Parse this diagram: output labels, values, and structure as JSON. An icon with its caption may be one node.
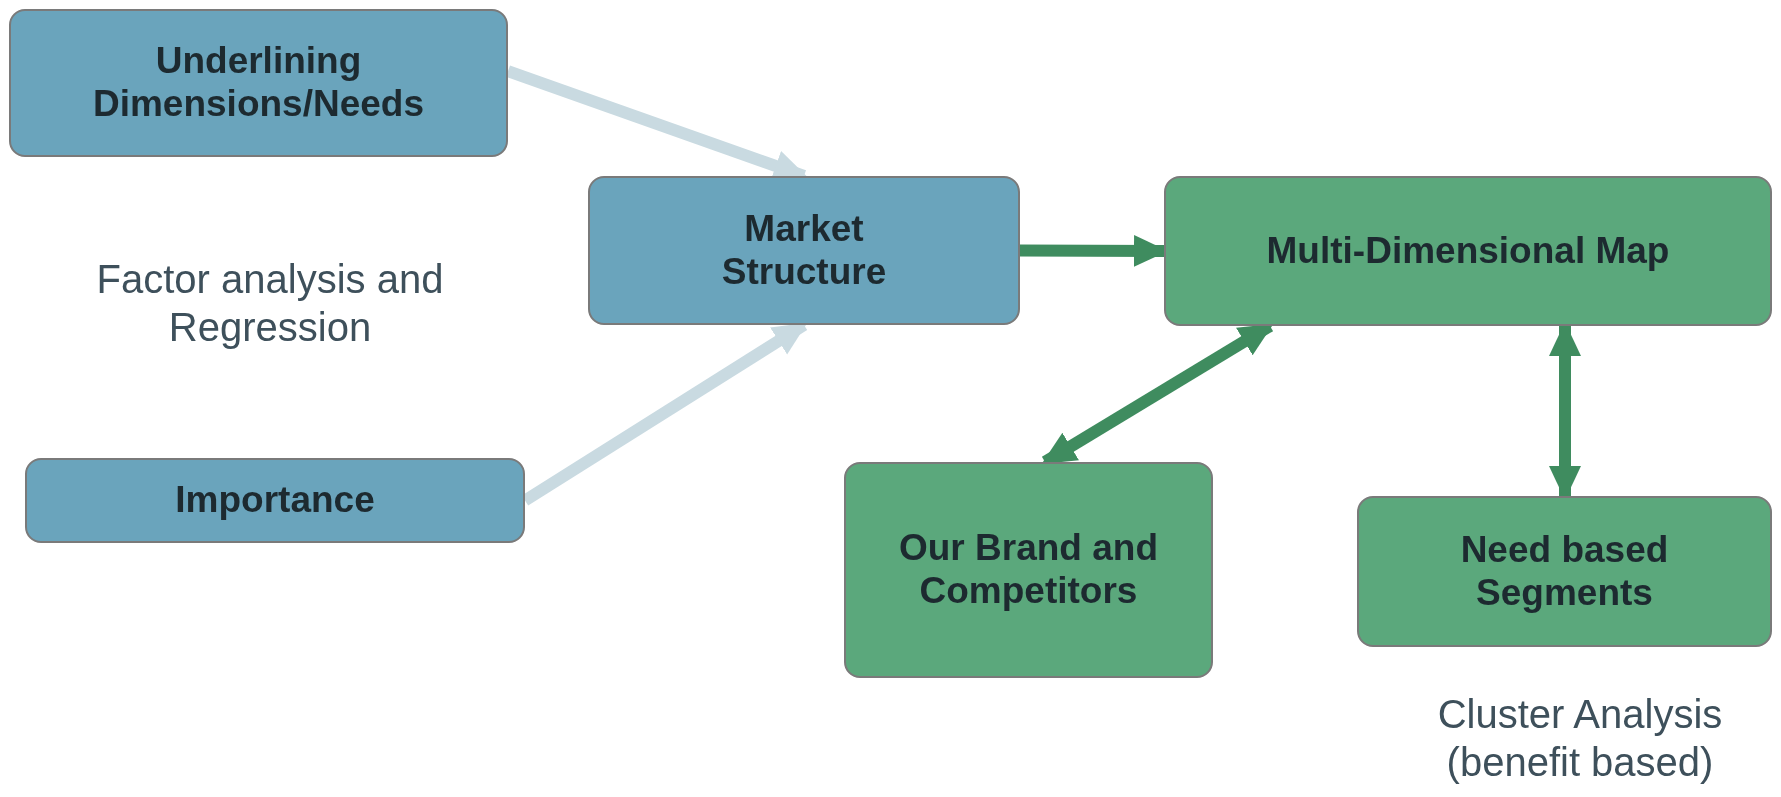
{
  "diagram": {
    "nodes": [
      {
        "text": [
          "Underlining Dimensions/Needs"
        ]
      },
      {
        "text": [
          "Market Structure"
        ]
      },
      {
        "text": [
          "Multi-Dimensional Map"
        ]
      },
      {
        "text": [
          "Importance"
        ]
      },
      {
        "text": [
          "Our Brand and Competitors"
        ]
      },
      {
        "text": [
          "Need based Segments"
        ]
      }
    ],
    "edges": [
      {
        "from": 0,
        "to": 1,
        "arrow": "to",
        "color": "#c9dae1"
      },
      {
        "from": 3,
        "to": 1,
        "arrow": "to",
        "color": "#c9dae1"
      },
      {
        "from": 1,
        "to": 2,
        "arrow": "to"
      },
      {
        "from": 2,
        "to": 4,
        "arrow": "both"
      },
      {
        "from": 2,
        "to": 5,
        "arrow": "both"
      }
    ],
    "labels": [
      "Factor analysis and Regression",
      "Cluster Analysis (benefit based)"
    ]
  }
}
